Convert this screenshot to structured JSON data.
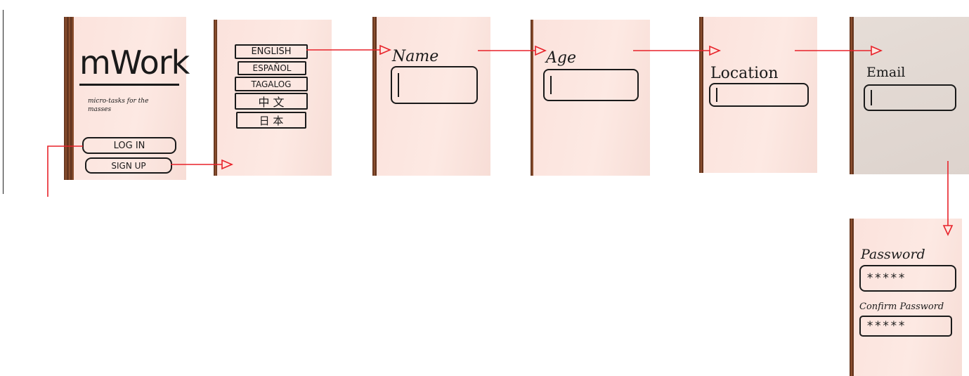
{
  "screens": {
    "welcome": {
      "logo": "mWork",
      "tagline": "micro-tasks for the masses",
      "login_label": "LOG IN",
      "signup_label": "SIGN UP"
    },
    "language": {
      "options": [
        "ENGLISH",
        "ESPAÑOL",
        "TAGALOG",
        "中 文",
        "日 本"
      ]
    },
    "name": {
      "label": "Name"
    },
    "age": {
      "label": "Age"
    },
    "location": {
      "label": "Location"
    },
    "email": {
      "label": "Email"
    },
    "password": {
      "password_label": "Password",
      "password_value": "*****",
      "confirm_label": "Confirm Password",
      "confirm_value": "*****"
    }
  },
  "colors": {
    "arrow": "#e8222a",
    "paper": "#fde6df",
    "ink": "#1a1a1a"
  }
}
